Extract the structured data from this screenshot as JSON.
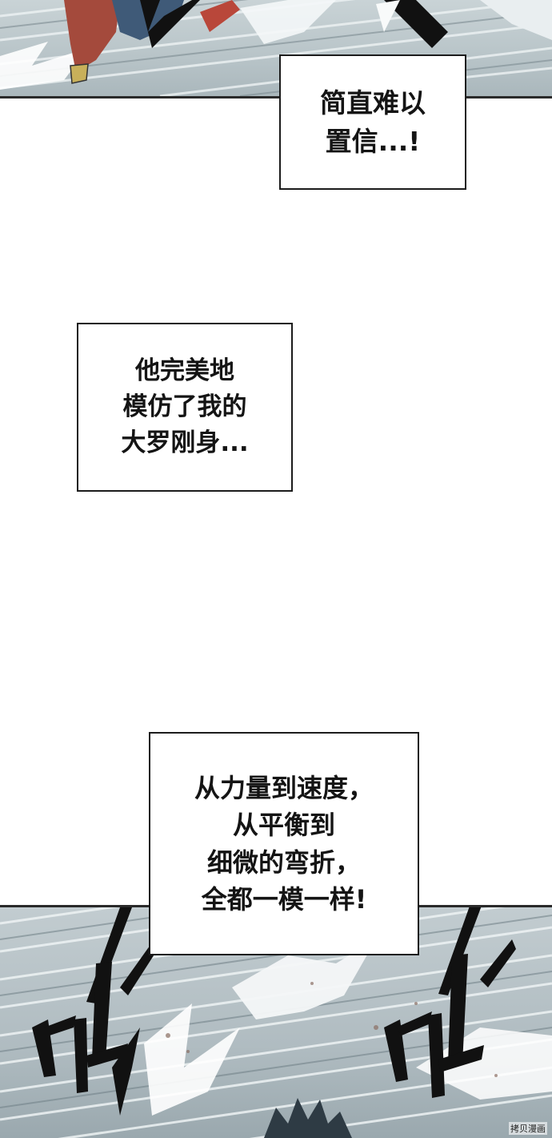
{
  "captions": [
    {
      "text": "简直难以\n置信...!"
    },
    {
      "text": "他完美地\n模仿了我的\n大罗刚身..."
    },
    {
      "text": "从力量到速度，\n从平衡到\n细微的弯折，\n全都一模一样!"
    }
  ],
  "watermark": "拷贝漫画",
  "colors": {
    "border": "#1c1c1c",
    "panel_tint": "#b8c4c8"
  }
}
